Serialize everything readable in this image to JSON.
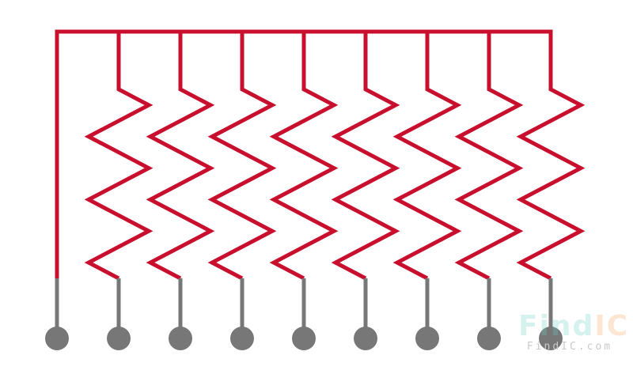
{
  "diagram": {
    "type": "resistor-network-schematic",
    "description_visible": "bussed resistor network: one common pin plus eight resistors",
    "resistor_count": 8,
    "pin_count": 9,
    "colors": {
      "wire": "#c8102e",
      "lead": "#777777",
      "pin": "#777777",
      "background": "#ffffff"
    }
  },
  "watermark": {
    "logo_find": "Find",
    "logo_ic": "IC",
    "url": "FindIC.com"
  }
}
